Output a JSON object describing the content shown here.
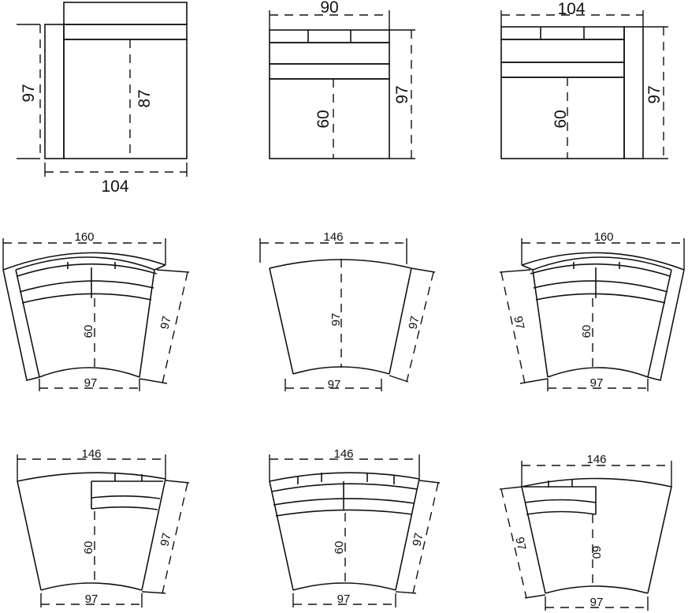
{
  "colors": {
    "line": "#111111",
    "background": "#ffffff"
  },
  "modules": [
    {
      "id": "m1",
      "dims": {
        "height": "97",
        "seat_depth": "87",
        "width": "104"
      }
    },
    {
      "id": "m2",
      "dims": {
        "width": "90",
        "seat_depth": "60",
        "height": "97"
      }
    },
    {
      "id": "m3",
      "dims": {
        "width": "104",
        "seat_depth": "60",
        "height": "97"
      }
    },
    {
      "id": "m4",
      "dims": {
        "top_width": "160",
        "seat_depth": "60",
        "side": "97",
        "bottom_width": "97"
      }
    },
    {
      "id": "m5",
      "dims": {
        "top_width": "146",
        "depth": "97",
        "side": "97",
        "bottom_width": "97"
      }
    },
    {
      "id": "m6",
      "dims": {
        "top_width": "160",
        "side": "97",
        "seat_depth": "60",
        "bottom_width": "97"
      }
    },
    {
      "id": "m7",
      "dims": {
        "top_width": "146",
        "seat_depth": "60",
        "side": "97",
        "bottom_width": "97"
      }
    },
    {
      "id": "m8",
      "dims": {
        "top_width": "146",
        "seat_depth": "60",
        "side": "97",
        "bottom_width": "97"
      }
    },
    {
      "id": "m9",
      "dims": {
        "top_width": "146",
        "side": "97",
        "seat_depth": "60",
        "bottom_width": "97"
      }
    }
  ]
}
